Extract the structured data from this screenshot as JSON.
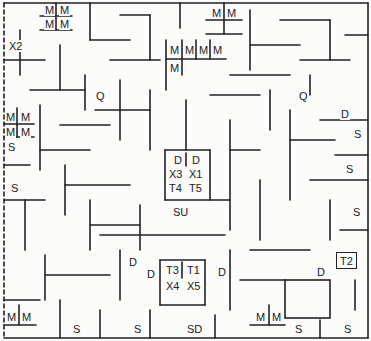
{
  "diagram": {
    "nodes": [
      {
        "text": [
          "T2"
        ]
      }
    ],
    "labels": [
      "M",
      "M",
      "M",
      "M",
      "M",
      "M",
      "X2",
      "M",
      "M",
      "M",
      "M",
      "M",
      "Q",
      "M",
      "M",
      "M",
      "M",
      "S",
      "S",
      "D",
      "D",
      "X3",
      "X1",
      "T4",
      "T5",
      "SU",
      "Q",
      "D",
      "S",
      "S",
      "S",
      "D",
      "D",
      "T3",
      "T1",
      "X4",
      "X5",
      "D",
      "D",
      "M",
      "M",
      "S",
      "S",
      "SD",
      "M",
      "M",
      "S",
      "S"
    ]
  }
}
